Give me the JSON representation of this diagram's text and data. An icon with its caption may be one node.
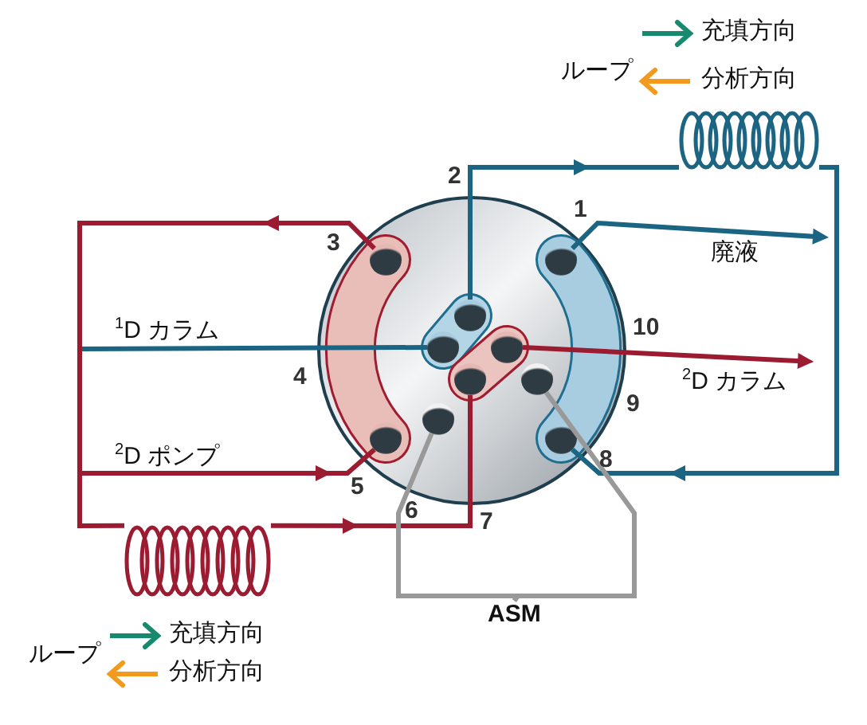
{
  "diagram": {
    "nodes": [
      {
        "text": [],
        "shape": "circle"
      },
      {
        "text": [],
        "shape": "circle",
        "in": 0
      },
      {
        "text": [],
        "shape": "circle",
        "in": 0
      },
      {
        "text": [],
        "shape": "circle",
        "in": 0
      },
      {
        "text": [],
        "shape": "circle",
        "in": 0
      },
      {
        "text": [],
        "shape": "circle",
        "in": 0
      },
      {
        "text": [],
        "shape": "circle",
        "in": 0
      },
      {
        "text": [],
        "shape": "circle",
        "in": 0
      },
      {
        "text": [],
        "shape": "circle",
        "in": 0
      },
      {
        "text": [],
        "shape": "circle",
        "in": 0
      },
      {
        "text": [],
        "shape": "circle",
        "in": 0
      },
      {
        "text": [
          "$^{1}$D カラム"
        ]
      },
      {
        "text": [
          "$^{2}$D ポンプ"
        ]
      },
      {
        "text": [
          "廃液"
        ]
      },
      {
        "text": [
          "$^{2}$D カラム"
        ]
      },
      {
        "text": [],
        "shape": "coil"
      },
      {
        "text": [],
        "shape": "coil"
      },
      {
        "text": [
          "ASM"
        ]
      }
    ],
    "edges": [
      {
        "from": 2,
        "to": 15,
        "arrow": "to",
        "color": "#1b6482"
      },
      {
        "from": 15,
        "to": 8,
        "arrow": "to",
        "color": "#1b6482"
      },
      {
        "from": 1,
        "to": 13,
        "arrow": "to",
        "color": "#1b6482"
      },
      {
        "from": 11,
        "to": 4,
        "arrow": "none",
        "color": "#1b6482"
      },
      {
        "from": 10,
        "to": 14,
        "arrow": "to",
        "color": "#9b1b30"
      },
      {
        "from": 12,
        "to": 5,
        "arrow": "to",
        "color": "#9b1b30"
      },
      {
        "from": 3,
        "to": 16,
        "arrow": "to",
        "color": "#9b1b30"
      },
      {
        "from": 16,
        "to": 7,
        "arrow": "to",
        "color": "#9b1b30"
      },
      {
        "from": 6,
        "to": 17,
        "arrow": "none",
        "color": "#999999"
      },
      {
        "from": 17,
        "to": 9,
        "arrow": "none",
        "color": "#999999"
      }
    ],
    "labels": [
      "ループ",
      "2",
      "1",
      "3",
      "10",
      "4",
      "9",
      "8",
      "5",
      "6",
      "7",
      "ループ"
    ],
    "legend": [
      {
        "text": "充填方向"
      },
      {
        "text": "分析方向"
      },
      {
        "text": "充填方向"
      },
      {
        "text": "分析方向"
      }
    ]
  }
}
